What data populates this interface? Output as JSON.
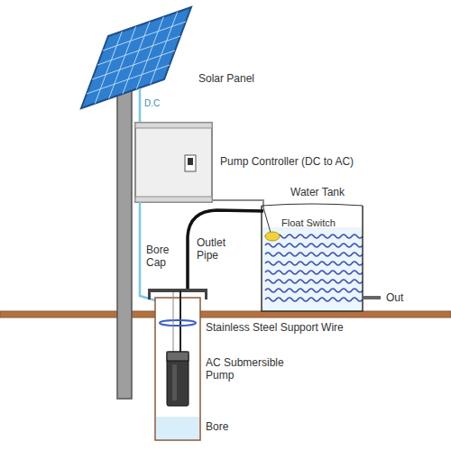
{
  "diagram": {
    "labels": [
      "Solar Panel",
      "D.C",
      "Pump Controller (DC to AC)",
      "Water Tank",
      "Float Switch",
      "Bore Cap",
      "Outlet Pipe",
      "Out",
      "Stainless Steel Support Wire",
      "AC Submersible Pump",
      "Bore"
    ]
  }
}
